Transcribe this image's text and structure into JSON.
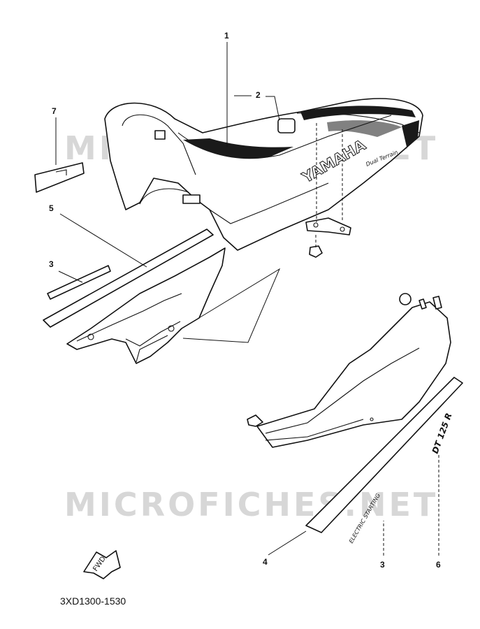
{
  "watermark": "MICROFICHES.NET",
  "diagram_code": "3XD1300-1530",
  "callouts": [
    {
      "id": "callout-1",
      "label": "1"
    },
    {
      "id": "callout-2",
      "label": "2"
    },
    {
      "id": "callout-3-top",
      "label": "3"
    },
    {
      "id": "callout-3-bottom",
      "label": "3"
    },
    {
      "id": "callout-4",
      "label": "4"
    },
    {
      "id": "callout-5",
      "label": "5"
    },
    {
      "id": "callout-6",
      "label": "6"
    },
    {
      "id": "callout-7",
      "label": "7"
    }
  ],
  "seat_brand": "YAMAHA",
  "seat_script": "Dual Terrain",
  "side_cover_decal": "ELECTRIC STARTING",
  "model_emblem": "DT 125 R",
  "fwd_label": "FWD"
}
